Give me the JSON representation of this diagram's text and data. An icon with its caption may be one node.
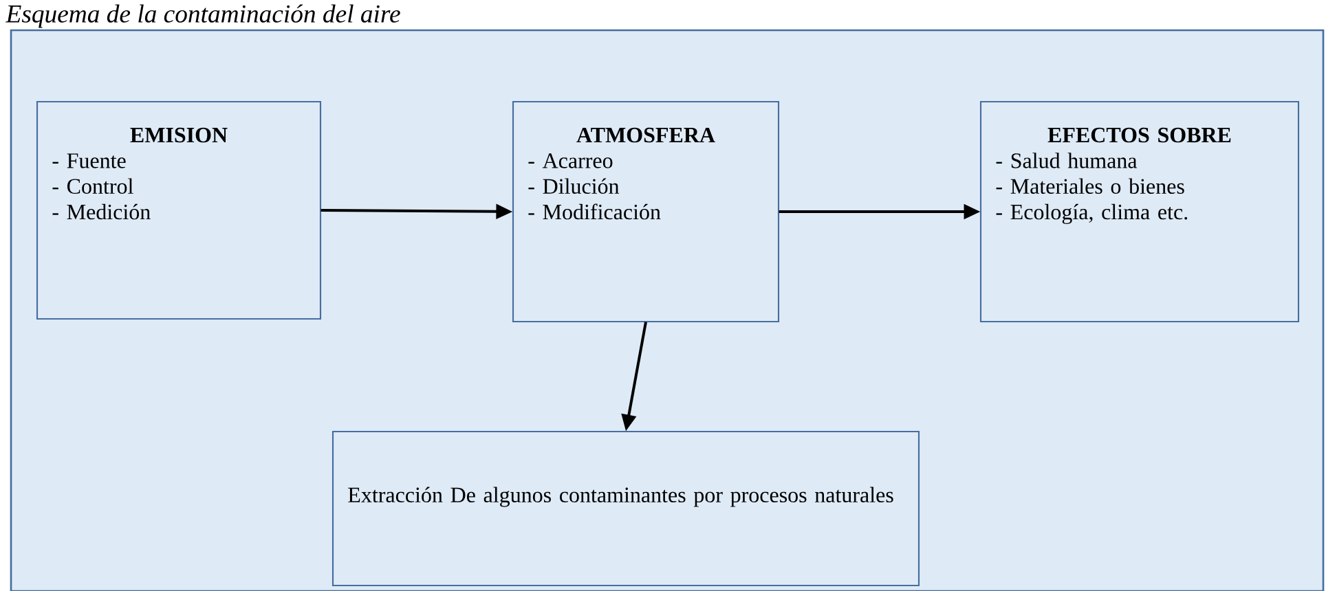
{
  "diagram": {
    "title": "Esquema de la contaminación del aire",
    "nodes": [
      {
        "text": [
          "EMISION",
          "- Fuente",
          "- Control",
          "- Medición"
        ]
      },
      {
        "text": [
          "ATMOSFERA",
          "- Acarreo",
          "- Dilución",
          "- Modificación"
        ]
      },
      {
        "text": [
          "EFECTOS SOBRE",
          "- Salud humana",
          "- Materiales o bienes",
          "- Ecología, clima etc."
        ]
      },
      {
        "text": [
          "Extracción De algunos contaminantes por procesos naturales"
        ]
      }
    ],
    "edges": [
      {
        "from": 0,
        "to": 1,
        "arrow": "to"
      },
      {
        "from": 1,
        "to": 2,
        "arrow": "to"
      },
      {
        "from": 1,
        "to": 3,
        "arrow": "to"
      }
    ]
  }
}
